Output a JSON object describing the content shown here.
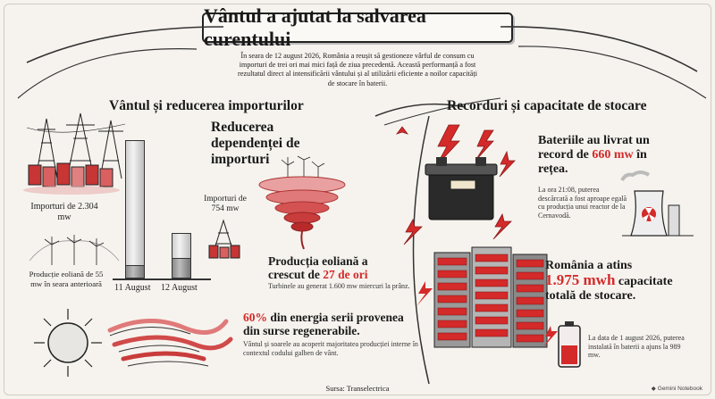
{
  "title": "Vântul a ajutat la salvarea curentului",
  "intro": "În seara de 12 august 2026, România a reușit să gestioneze vârful de consum cu importuri de trei ori mai mici față de ziua precedentă. Această performanță a fost rezultatul direct al intensificării vântului și al utilizării eficiente a noilor capacități de stocare în baterii.",
  "left": {
    "heading": "Vântul și reducerea importurilor",
    "import_label_11": "Importuri de 2.304 mw",
    "wind_label_11": "Producție eoliană de 55 mw în seara anterioară",
    "import_label_12": "Importuri de 754 mw",
    "bar_label_11": "11 August",
    "bar_label_12": "12 August",
    "bar_values": [
      2304,
      754
    ],
    "sub_heading": "Reducerea dependenței de importuri",
    "wind_growth_pre": "Producția eoliană a crescut de ",
    "wind_growth_val": "27 de ori",
    "wind_growth_note": "Turbinele au generat 1.600 mw miercuri la prânz.",
    "renew_pct": "60%",
    "renew_rest": " din energia serii provenea din surse regenerabile.",
    "renew_note": "Vântul și soarele au acoperit majoritatea producției interne în contextul codului galben de vânt."
  },
  "right": {
    "heading": "Recorduri și capacitate de stocare",
    "record_pre": "Bateriile au livrat un record de ",
    "record_val": "660 mw",
    "record_post": " în rețea.",
    "record_note": "La ora 21:08, puterea descărcată a fost aproape egală cu producția unui reactor de la Cernavodă.",
    "capacity_pre": "România a atins",
    "capacity_val": "1.975 mwh",
    "capacity_mid": " capacitate",
    "capacity_post": "totală de stocare.",
    "installed_note": "La data de 1 august 2026, puterea instalată în baterii a ajuns la 989 mw.",
    "battery_level": 0.5
  },
  "source": "Sursa: Transelectrica",
  "brand": "Gemini Notebook",
  "colors": {
    "accent": "#d42a2a",
    "ink": "#1a1a1a",
    "paper": "#f6f3ee"
  }
}
